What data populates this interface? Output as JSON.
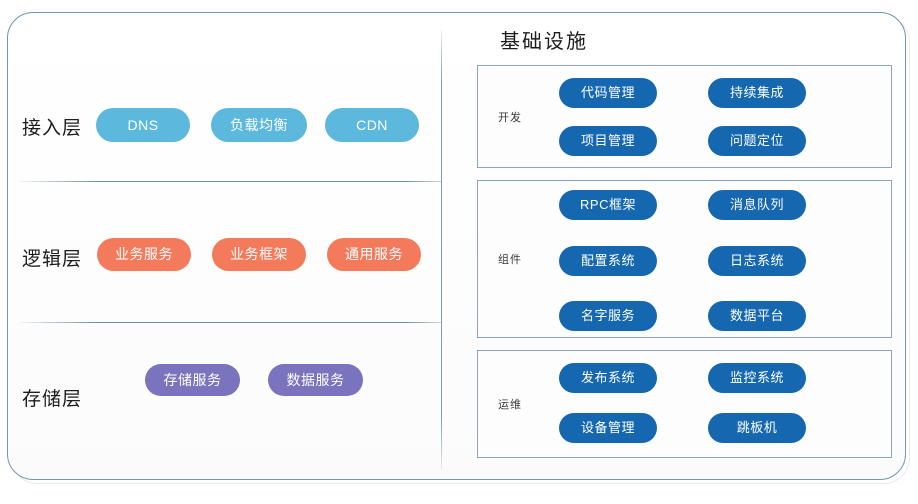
{
  "diagram": {
    "title": "基础设施",
    "left_section": {
      "layers": [
        {
          "label": "接入层",
          "color": "#5cb9dd",
          "items": [
            "DNS",
            "负载均衡",
            "CDN"
          ]
        },
        {
          "label": "逻辑层",
          "color": "#f47a5c",
          "items": [
            "业务服务",
            "业务框架",
            "通用服务"
          ]
        },
        {
          "label": "存储层",
          "color": "#7a73bd",
          "items": [
            "存储服务",
            "数据服务"
          ]
        }
      ]
    },
    "right_section": {
      "heading": "基础设施",
      "accent_color": "#1568b0",
      "groups": [
        {
          "label": "开发",
          "items": [
            "代码管理",
            "持续集成",
            "项目管理",
            "问题定位"
          ]
        },
        {
          "label": "组件",
          "items": [
            "RPC框架",
            "消息队列",
            "配置系统",
            "日志系统",
            "名字服务",
            "数据平台"
          ]
        },
        {
          "label": "运维",
          "items": [
            "发布系统",
            "监控系统",
            "设备管理",
            "跳板机"
          ]
        }
      ]
    },
    "frame": {
      "border_color": "#6f97a8",
      "divider_color": "#7d9eaf",
      "group_border_color": "#8aa8bb"
    }
  }
}
